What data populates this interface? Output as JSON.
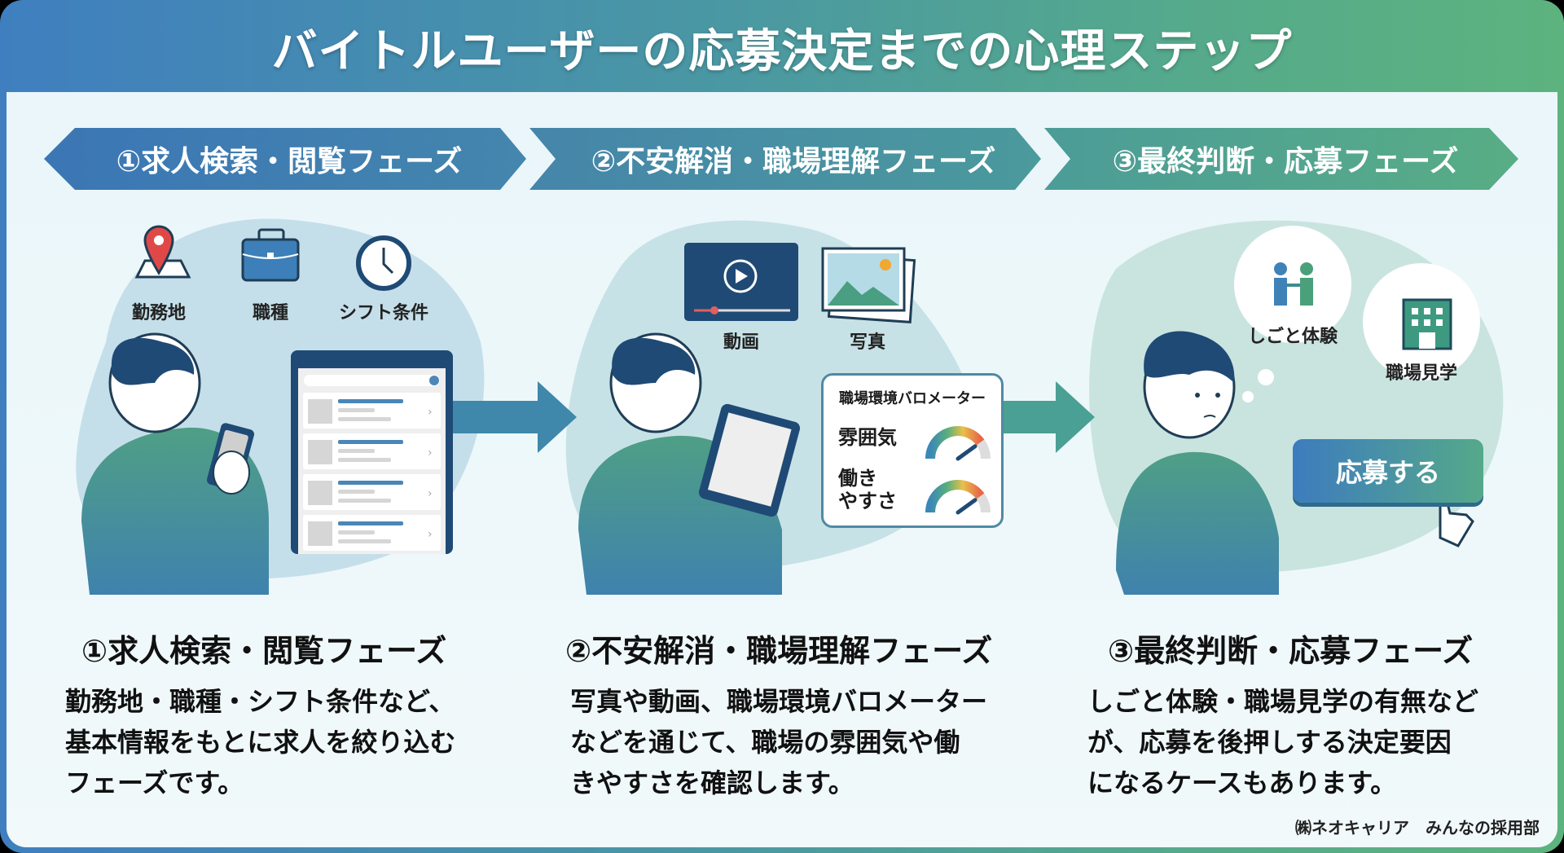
{
  "title": "バイトルユーザーの応募決定までの心理ステップ",
  "phases": [
    {
      "label": "①求人検索・閲覧フェーズ"
    },
    {
      "label": "②不安解消・職場理解フェーズ"
    },
    {
      "label": "③最終判断・応募フェーズ"
    }
  ],
  "phase1": {
    "icons": [
      {
        "icon": "map-pin-icon",
        "label": "勤務地"
      },
      {
        "icon": "briefcase-icon",
        "label": "職種"
      },
      {
        "icon": "clock-icon",
        "label": "シフト条件"
      }
    ],
    "title": "①求人検索・閲覧フェーズ",
    "body": "勤務地・職種・シフト条件など、\n基本情報をもとに求人を絞り込む\nフェーズです。"
  },
  "phase2": {
    "icons": [
      {
        "icon": "video-icon",
        "label": "動画"
      },
      {
        "icon": "photo-icon",
        "label": "写真"
      }
    ],
    "barometer": {
      "title": "職場環境バロメーター",
      "gauges": [
        {
          "label": "雰囲気",
          "level": 0.8
        },
        {
          "label": "働き\nやすさ",
          "level": 0.8
        }
      ]
    },
    "title": "②不安解消・職場理解フェーズ",
    "body": "写真や動画、職場環境バロメーター\nなどを通じて、職場の雰囲気や働\nきやすさを確認します。"
  },
  "phase3": {
    "thoughts": [
      {
        "icon": "handshake-people-icon",
        "label": "しごと体験"
      },
      {
        "icon": "building-icon",
        "label": "職場見学"
      }
    ],
    "apply_button": "応募する",
    "title": "③最終判断・応募フェーズ",
    "body": "しごと体験・職場見学の有無など\nが、応募を後押しする決定要因\nになるケースもあります。"
  },
  "credit": "㈱ネオキャリア　みんなの採用部",
  "colors": {
    "blue": "#3f7fbf",
    "green": "#5db37e",
    "navy": "#1f4a75",
    "shirt": "#4a9a8a"
  }
}
